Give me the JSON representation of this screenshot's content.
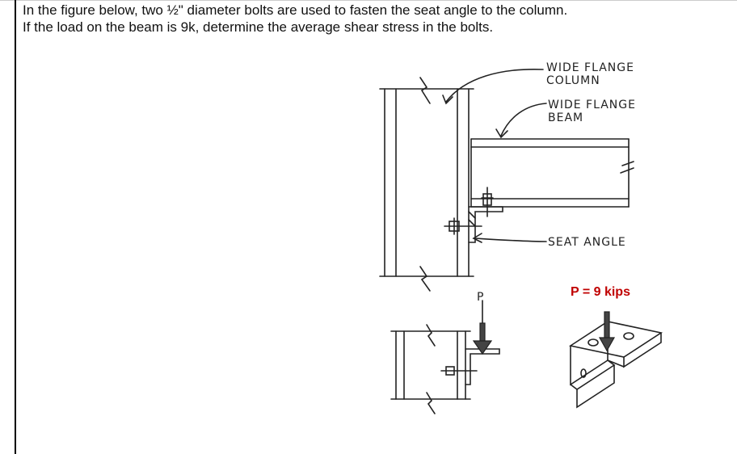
{
  "problem": {
    "line1": "In the figure below, two ½\" diameter bolts are used to fasten the seat angle to the column.",
    "line2": "If the load on the beam is 9k, determine the average shear stress in the bolts."
  },
  "labels": {
    "column_line1": "WIDE FLANGE",
    "column_line2": "COLUMN",
    "beam_line1": "WIDE FLANGE",
    "beam_line2": "BEAM",
    "seat_angle": "SEAT ANGLE",
    "small_p": "P",
    "load": "P = 9 kips"
  },
  "colors": {
    "ink": "#222222",
    "load_text": "#c00000",
    "arrow_fill": "#444444"
  }
}
